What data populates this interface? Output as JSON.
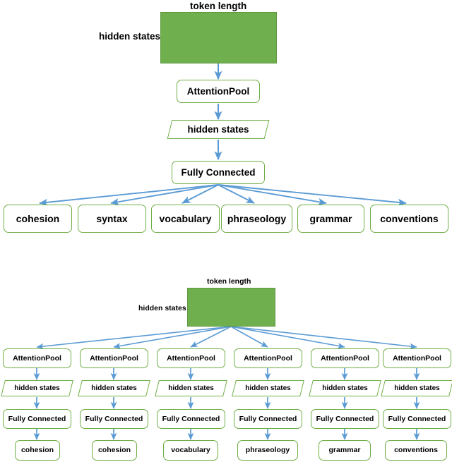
{
  "figure": {
    "accent_green_fill": "#6FAF4D",
    "accent_green_border": "#6FAE45",
    "arrow_blue": "#5B9BD5",
    "background": "#FFFFFF"
  },
  "top_diagram": {
    "input_block": {
      "top_label": "token length",
      "side_label": "hidden states"
    },
    "pipeline": [
      {
        "id": "attention-pool",
        "label": "AttentionPool",
        "shape": "rounded-rect"
      },
      {
        "id": "hidden-states",
        "label": "hidden states",
        "shape": "parallelogram"
      },
      {
        "id": "fully-connected",
        "label": "Fully Connected",
        "shape": "rounded-rect"
      }
    ],
    "outputs": [
      {
        "label": "cohesion"
      },
      {
        "label": "syntax"
      },
      {
        "label": "vocabulary"
      },
      {
        "label": "phraseology"
      },
      {
        "label": "grammar"
      },
      {
        "label": "conventions"
      }
    ]
  },
  "bottom_diagram": {
    "input_block": {
      "top_label": "token length",
      "side_label": "hidden states"
    },
    "columns": [
      {
        "attention_pool": "AttentionPool",
        "hidden_states": "hidden states",
        "fully_connected": "Fully Connected",
        "output": "cohesion"
      },
      {
        "attention_pool": "AttentionPool",
        "hidden_states": "hidden states",
        "fully_connected": "Fully Connected",
        "output": "cohesion"
      },
      {
        "attention_pool": "AttentionPool",
        "hidden_states": "hidden states",
        "fully_connected": "Fully Connected",
        "output": "vocabulary"
      },
      {
        "attention_pool": "AttentionPool",
        "hidden_states": "hidden states",
        "fully_connected": "Fully Connected",
        "output": "phraseology"
      },
      {
        "attention_pool": "AttentionPool",
        "hidden_states": "hidden states",
        "fully_connected": "Fully Connected",
        "output": "grammar"
      },
      {
        "attention_pool": "AttentionPool",
        "hidden_states": "hidden states",
        "fully_connected": "Fully Connected",
        "output": "conventions"
      }
    ]
  }
}
